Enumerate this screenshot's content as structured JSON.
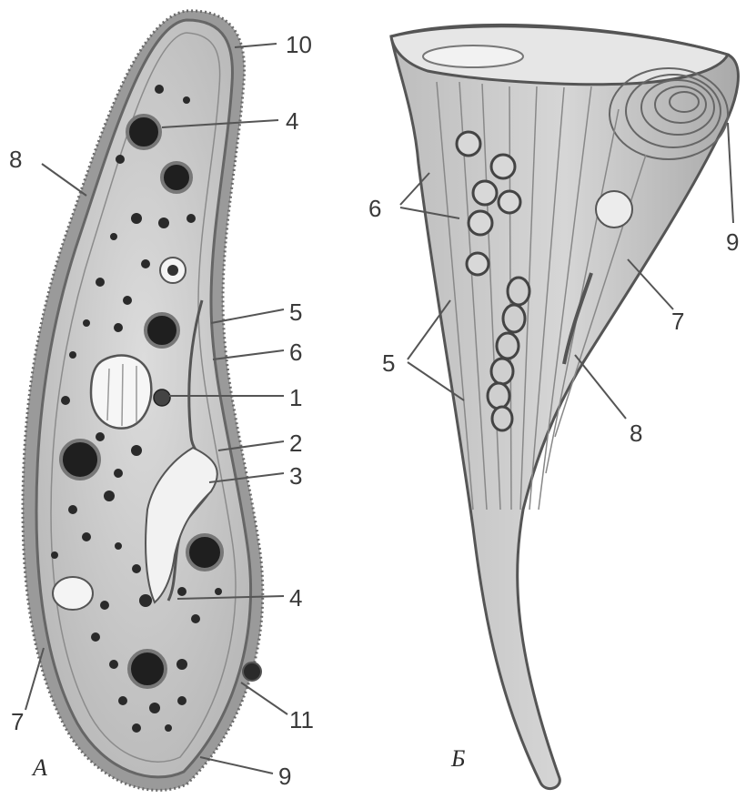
{
  "figure": {
    "panel_a": {
      "panel_label": "А",
      "labels": {
        "l10": "10",
        "l4_top": "4",
        "l8": "8",
        "l5": "5",
        "l6": "6",
        "l1": "1",
        "l2": "2",
        "l3": "3",
        "l4_bottom": "4",
        "l7": "7",
        "l11": "11",
        "l9": "9"
      }
    },
    "panel_b": {
      "panel_label": "Б",
      "labels": {
        "l6": "6",
        "l9": "9",
        "l7": "7",
        "l5": "5",
        "l8": "8"
      }
    }
  }
}
